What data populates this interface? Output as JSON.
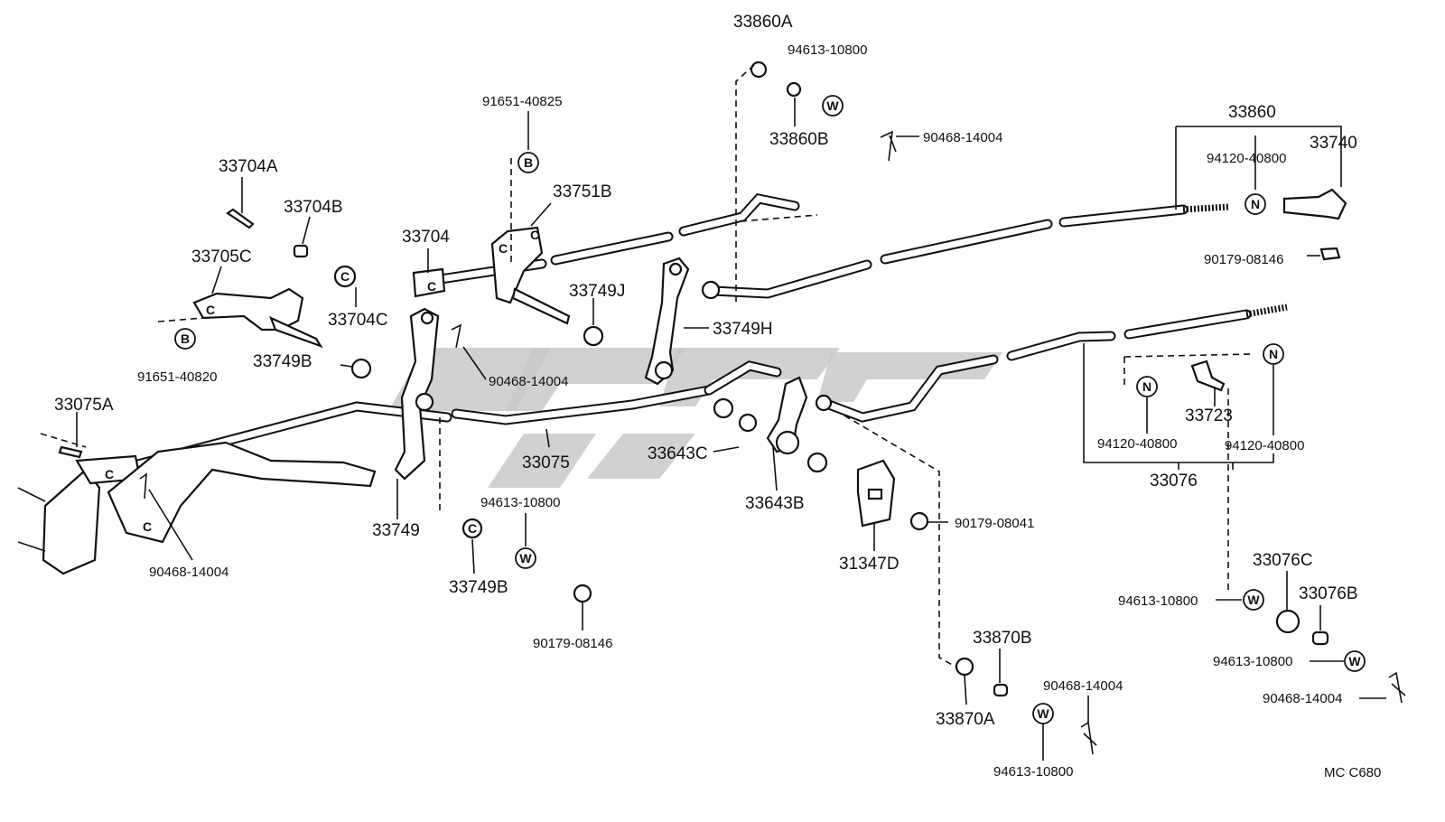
{
  "labels": {
    "p33860A": "33860A",
    "p94613_top": "94613-10800",
    "p33860B": "33860B",
    "p90468_top": "90468-14004",
    "p91651_40825": "91651-40825",
    "p33751B": "33751B",
    "p33704A": "33704A",
    "p33704B": "33704B",
    "p33705C": "33705C",
    "p33704": "33704",
    "p33704C": "33704C",
    "p33749J": "33749J",
    "p33749H": "33749H",
    "p91651_40820": "91651-40820",
    "p33749B_upper": "33749B",
    "p90468_mid": "90468-14004",
    "p33075A": "33075A",
    "p33075": "33075",
    "p33643C": "33643C",
    "p33643B": "33643B",
    "p33749": "33749",
    "p90468_left": "90468-14004",
    "p94613_mid": "94613-10800",
    "p33749B_lower": "33749B",
    "p90179_08146_low": "90179-08146",
    "p31347D": "31347D",
    "p90179_08041": "90179-08041",
    "p33860": "33860",
    "p33740": "33740",
    "p94120_top": "94120-40800",
    "p90179_08146_right": "90179-08146",
    "p33723": "33723",
    "p94120_left": "94120-40800",
    "p94120_right": "94120-40800",
    "p33076": "33076",
    "p33076C": "33076C",
    "p33076B": "33076B",
    "p94613_r1": "94613-10800",
    "p94613_r2": "94613-10800",
    "p90468_r": "90468-14004",
    "p33870B": "33870B",
    "p33870A": "33870A",
    "p90468_bot": "90468-14004",
    "p94613_bot": "94613-10800",
    "code": "MC  C680"
  },
  "symbols": {
    "bolt": "B",
    "washer": "W",
    "nut": "N",
    "clip": "C"
  }
}
